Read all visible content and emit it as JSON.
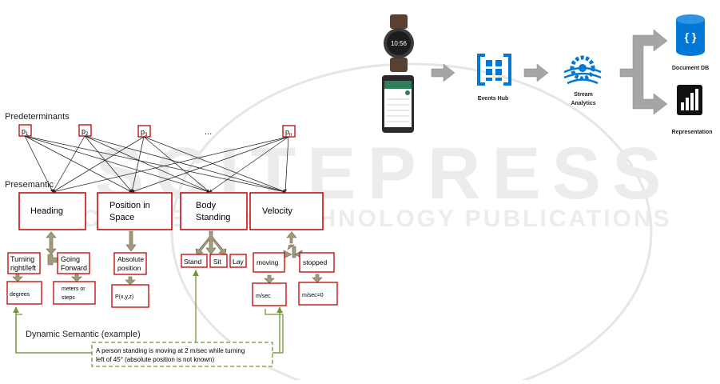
{
  "watermark": {
    "line1": "SCITEPRESS",
    "line2": "SCIENCE AND TECHNOLOGY PUBLICATIONS"
  },
  "left_diagram": {
    "predeterminants_label": "Predeterminants",
    "presemantic_label": "Presemantic",
    "p_nodes": [
      {
        "base": "p",
        "sub": "1"
      },
      {
        "base": "p",
        "sub": "2"
      },
      {
        "base": "p",
        "sub": "3"
      },
      {
        "base": "p",
        "sub": "n"
      }
    ],
    "ellipsis": "...",
    "presemantic_nodes": [
      {
        "lines": [
          "Heading"
        ]
      },
      {
        "lines": [
          "Position in",
          "Space"
        ]
      },
      {
        "lines": [
          "Body",
          "Standing"
        ]
      },
      {
        "lines": [
          "Velocity"
        ]
      }
    ],
    "semantic_nodes": {
      "turning": [
        "Turning",
        "right/left"
      ],
      "going": [
        "Going",
        "Forward"
      ],
      "absolute": [
        "Absolute",
        "position"
      ],
      "stand": "Stand",
      "sit": "Sit",
      "lay": "Lay",
      "moving": "moving",
      "stopped": "stopped"
    },
    "measure_nodes": {
      "degrees": "degrees",
      "meters": [
        "meters or",
        "steps"
      ],
      "pxyz": "P(x,y,z)",
      "msec": "m/sec",
      "msec0": "m/sec=0"
    },
    "dynamic_semantic_label": "Dynamic Semantic (example)",
    "example_lines": [
      "A person standing is moving at 2 m/sec while turning",
      "left of 45° (absolute position is not known)"
    ]
  },
  "right_diagram": {
    "events_hub_label": "Events Hub",
    "stream_analytics_lines": [
      "Stream",
      "Analytics"
    ],
    "document_db_label": "Document DB",
    "representation_label": "Representation",
    "watch_time": "10:56",
    "document_db_icon_text": "{ }"
  },
  "colors": {
    "node_border": "#c00000",
    "green": "#70963c",
    "arrow_gray": "#a5a5a5",
    "arrow_olive": "#a29a7c",
    "azure_blue": "#0078d4",
    "dark_icon": "#111111"
  }
}
